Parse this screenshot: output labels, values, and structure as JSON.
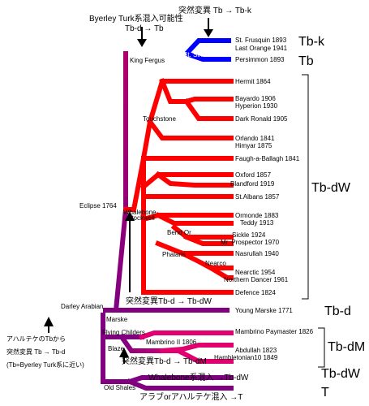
{
  "colors": {
    "red": "#ff0000",
    "blue": "#0000ff",
    "purple": "#800080",
    "magenta": "#e00070",
    "bracket": "#000000"
  },
  "annotations": {
    "top_mutation": "突然変異 Tb → Tb-k",
    "byerley_line1": "Byerley Turk系混入可能性",
    "byerley_line2": "Tb-d → Tb",
    "mid_mutation": "突然変異Tb-d → Tb-dW",
    "blaze_mutation": "突然変異Tb-d → Tb-dM",
    "whalebone_mix": "Whalebone系混入 →Tb-dW",
    "arab_mix": "アラブorアハルテケ混入 →T",
    "left_line1": "アハルテケのTbから",
    "left_line2": "突然変異 Tb → Tb-d",
    "left_line3": "(Tb=Byerley Turk系に近い)"
  },
  "haplotypes": {
    "tbk": "Tb-k",
    "tb": "Tb",
    "tbdw_main": "Tb-dW",
    "tbd": "Tb-d",
    "tbdm": "Tb-dM",
    "tbdw_low": "Tb-dW",
    "t": "T"
  },
  "ancestors": {
    "darley": "Darley Arabian",
    "eclipse": "Eclipse 1764",
    "marske": "Marske",
    "king_fergus": "King Fergus",
    "st_simon": "St. Simon 1881",
    "whalebone": "Whalebone",
    "touchstone": "Touchstone",
    "stockwell": "Stockwell",
    "bend_or": "Bend Or",
    "phalaris": "Phalaris",
    "nearco": "Nearco",
    "flying_childers": "Flying Childers",
    "blaze": "Blaze",
    "old_shales": "Old Shales"
  },
  "leaves": {
    "st_frusquin": "St. Frusquin 1893",
    "last_orange": "Last Orange 1941",
    "persimmon": "Persimmon 1893",
    "hermit": "Hermit 1864",
    "bayardo": "Bayardo 1906",
    "hyperion": "Hyperion 1930",
    "dark_ronald": "Dark Ronald 1905",
    "orlando": "Orlando 1841",
    "himyar": "Himyar 1875",
    "faugh": "Faugh-a-Ballagh 1841",
    "oxford": "Oxford 1857",
    "blandford": "Blandford 1919",
    "st_albans": "St.Albans 1857",
    "ormonde": "Ormonde 1883",
    "teddy": "Teddy 1913",
    "sickle": "Sickle 1924",
    "mr_prospector": "Mr. Prospector 1970",
    "nasrullah": "Nasrullah 1940",
    "nearctic": "Nearctic 1954",
    "northern_dancer": "Northern Dancer 1961",
    "defence": "Defence 1824",
    "young_marske": "Young Marske 1771",
    "mambrino_paymaster": "Mambrino Paymaster 1826",
    "mambrino_ii": "Mambrino II 1806",
    "abdullah": "Abdullah 1823",
    "hambletonian": "Hambletonian10 1849"
  }
}
